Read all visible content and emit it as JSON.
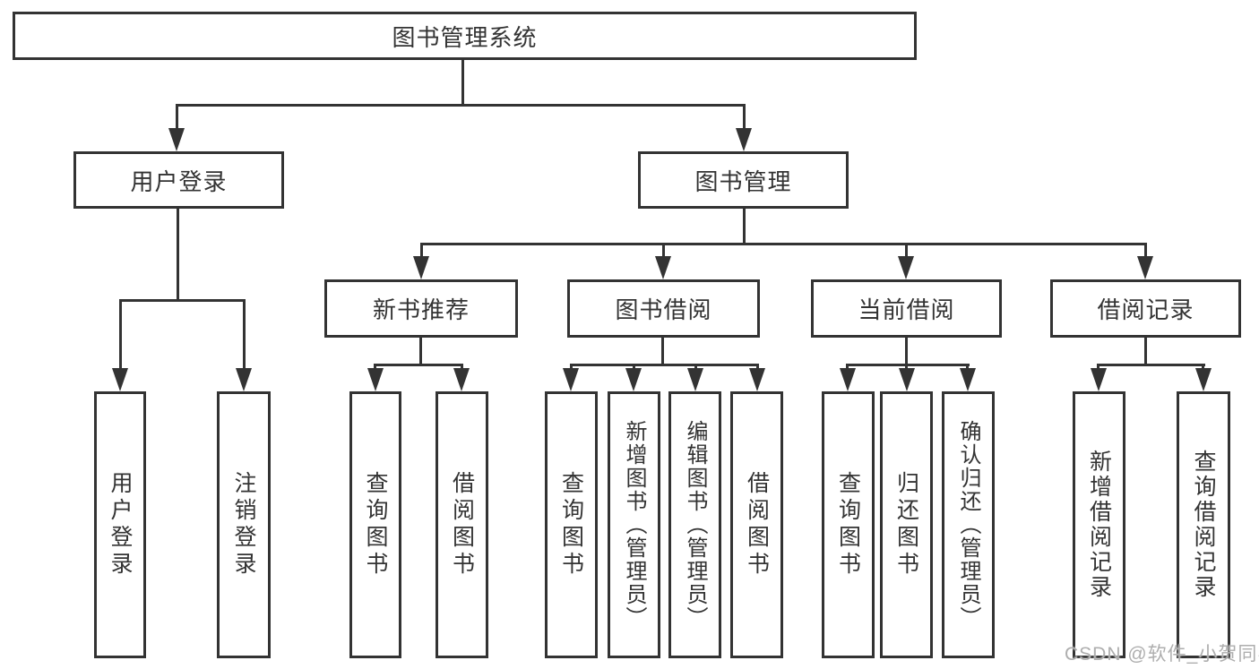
{
  "diagram_type": "hierarchy-tree",
  "colors": {
    "line": "#333333",
    "text": "#333333",
    "background": "#ffffff",
    "watermark": "#aeaeae"
  },
  "watermark": {
    "text": "CSDN @软件_小贺同学"
  },
  "tree": {
    "label": "图书管理系统",
    "children": [
      {
        "label": "用户登录",
        "children": [
          {
            "label": "用户登录"
          },
          {
            "label": "注销登录"
          }
        ]
      },
      {
        "label": "图书管理",
        "children": [
          {
            "label": "新书推荐",
            "children": [
              {
                "label": "查询图书"
              },
              {
                "label": "借阅图书"
              }
            ]
          },
          {
            "label": "图书借阅",
            "children": [
              {
                "label": "查询图书"
              },
              {
                "label": "新增图书（管理员）"
              },
              {
                "label": "编辑图书（管理员）"
              },
              {
                "label": "借阅图书"
              }
            ]
          },
          {
            "label": "当前借阅",
            "children": [
              {
                "label": "查询图书"
              },
              {
                "label": "归还图书"
              },
              {
                "label": "确认归还（管理员）"
              }
            ]
          },
          {
            "label": "借阅记录",
            "children": [
              {
                "label": "新增借阅记录"
              },
              {
                "label": "查询借阅记录"
              }
            ]
          }
        ]
      }
    ]
  }
}
